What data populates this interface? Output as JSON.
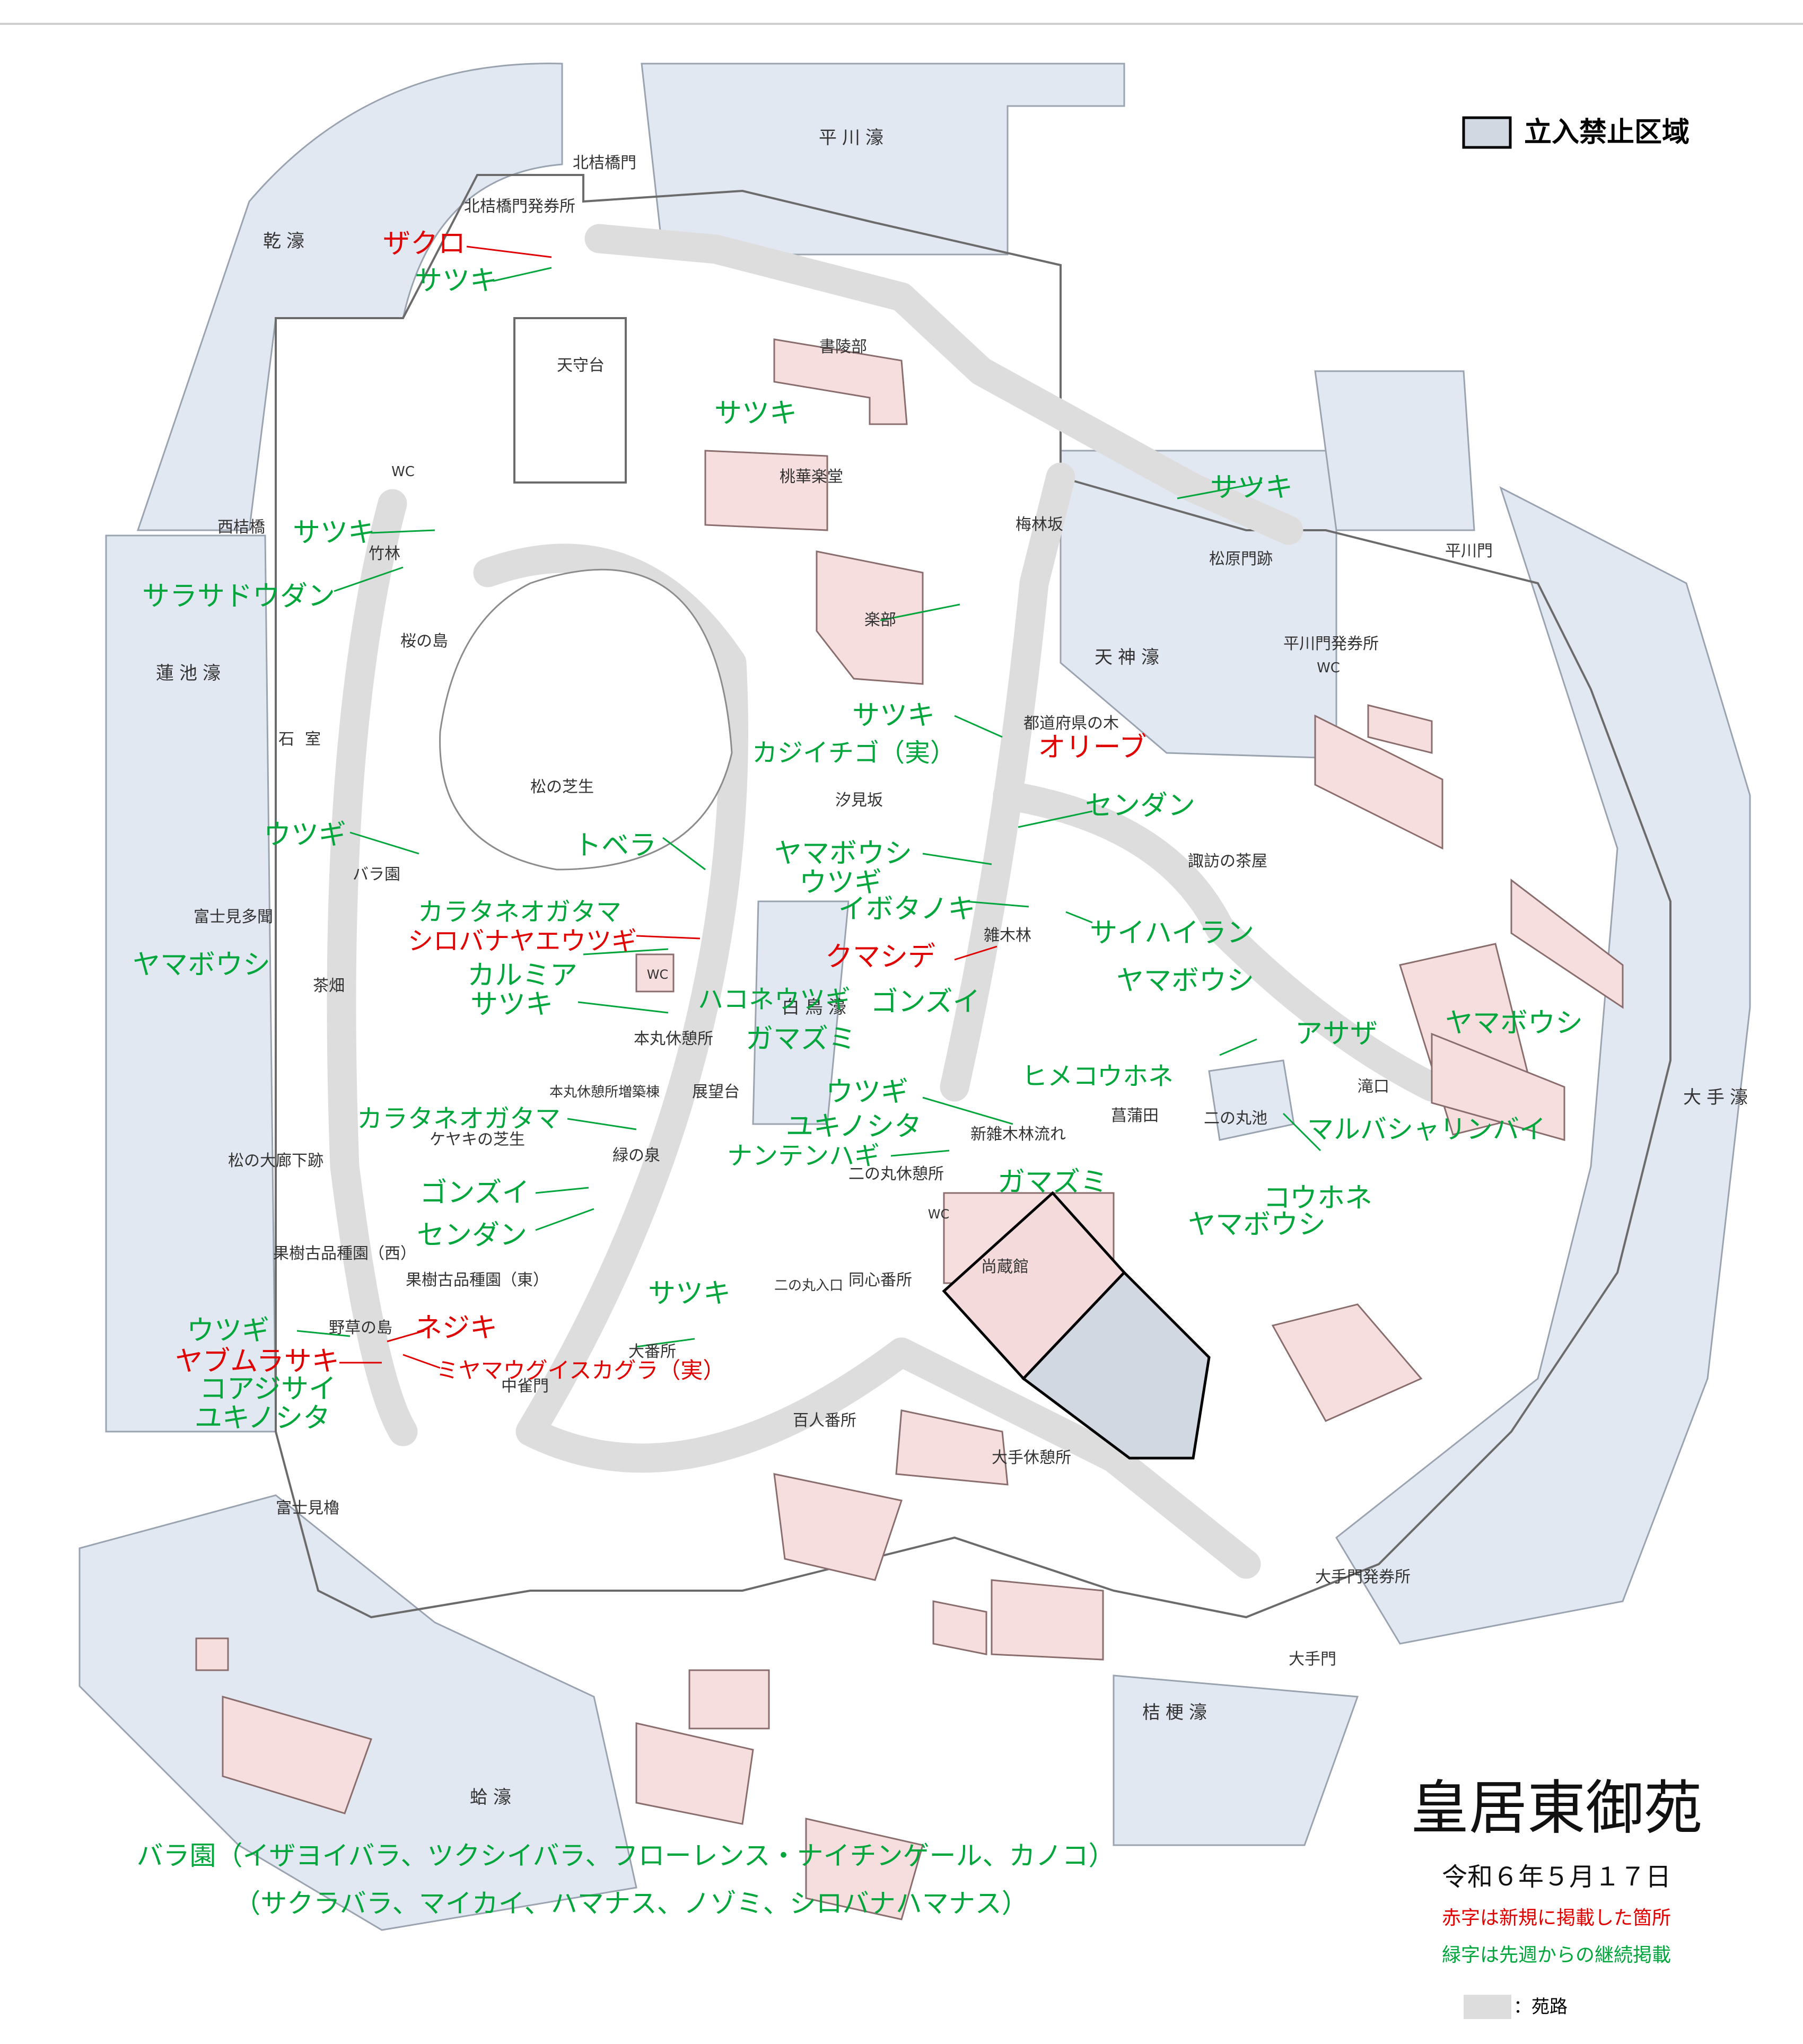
{
  "legend": {
    "restricted": "立入禁止区域",
    "path": "：苑路"
  },
  "title": {
    "name": "皇居東御苑",
    "date": "令和６年５月１７日",
    "note_red": "赤字は新規に掲載した箇所",
    "note_green": "緑字は先週からの継続掲載"
  },
  "colors": {
    "new": "#e00000",
    "continuing": "#00a63c",
    "water": "#e2e8f2",
    "building": "#f7dede",
    "path": "#dddddd",
    "restricted": "#d2d8e2"
  },
  "moats": [
    "平川濠",
    "乾濠",
    "蓮池濠",
    "天神濠",
    "大手濠",
    "桔梗濠",
    "蛤濠",
    "白鳥濠"
  ],
  "places": [
    "北桔橋門",
    "北桔橋門発券所",
    "天守台",
    "書陵部",
    "桃華楽堂",
    "楽部",
    "梅林坂",
    "松原門跡",
    "平川門",
    "平川門発券所",
    "WC",
    "西桔橋",
    "竹林",
    "桜の島",
    "石室",
    "松の芝生",
    "都道府県の木",
    "汐見坂",
    "諏訪の茶屋",
    "バラ園",
    "富士見多聞",
    "茶畑",
    "雑木林",
    "本丸休憩所",
    "本丸休憩所増築棟",
    "展望台",
    "ケヤキの芝生",
    "緑の泉",
    "滝口",
    "二の丸池",
    "菖蒲田",
    "新雑木林流れ",
    "二の丸休憩所",
    "松の大廊下跡",
    "果樹古品種園（西）",
    "果樹古品種園（東）",
    "同心番所",
    "二の丸入口",
    "尚蔵館",
    "野草の島",
    "中雀門",
    "大番所",
    "百人番所",
    "大手休憩所",
    "大手門発券所",
    "大手門",
    "富士見櫓"
  ],
  "plants_green": [
    "サツキ",
    "サツキ",
    "サツキ",
    "サツキ",
    "サラサドウダン",
    "サツキ",
    "カジイチゴ（実）",
    "センダン",
    "ウツギ",
    "トベラ",
    "ヤマボウシ",
    "ウツギ",
    "イボタノキ",
    "サイハイラン",
    "カラタネオガタマ",
    "ヤマボウシ",
    "ヤマボウシ",
    "カルミア",
    "サツキ",
    "ハコネウツギ",
    "ゴンズイ",
    "ガマズミ",
    "アサザ",
    "ヤマボウシ",
    "ヒメコウホネ",
    "ウツギ",
    "カラタネオガタマ",
    "ユキノシタ",
    "マルバシャリンバイ",
    "ナンテンハギ",
    "ガマズミ",
    "ゴンズイ",
    "コウホネ",
    "センダン",
    "ヤマボウシ",
    "サツキ",
    "ウツギ",
    "コアジサイ",
    "ユキノシタ"
  ],
  "plants_red": [
    "ザクロ",
    "オリーブ",
    "シロバナヤエウツギ",
    "クマシデ",
    "ネジキ",
    "ヤブムラサキ",
    "ミヤマウグイスカグラ（実）"
  ],
  "rose_line1": "バラ園（イザヨイバラ、ツクシイバラ、フローレンス・ナイチンゲール、カノコ）",
  "rose_line2": "（サクラバラ、マイカイ、ハマナス、ノゾミ、シロバナハマナス）"
}
